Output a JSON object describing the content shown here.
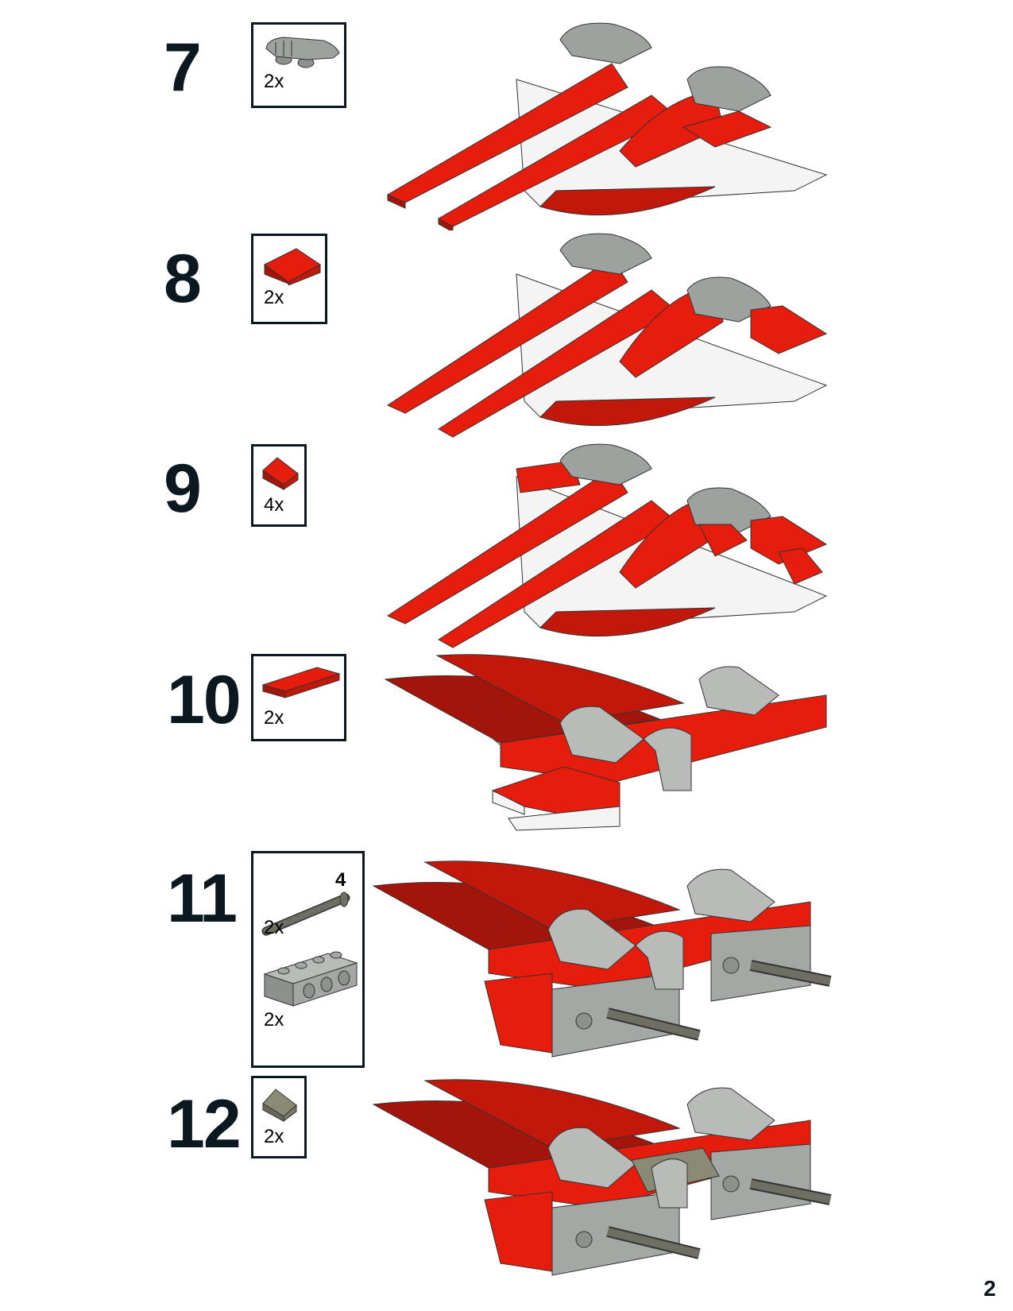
{
  "page_number": "2",
  "colors": {
    "red": "#e61c0c",
    "dark_red": "#a3150a",
    "gray": "#a4a8a4",
    "dark_gray": "#6b6e6b",
    "white": "#f4f4f4",
    "text": "#0c1820"
  },
  "steps": [
    {
      "number": "7",
      "parts": [
        {
          "name": "curved-slope-gray-icon",
          "quantity": "2x"
        }
      ]
    },
    {
      "number": "8",
      "parts": [
        {
          "name": "slope-red-icon",
          "quantity": "2x"
        }
      ]
    },
    {
      "number": "9",
      "parts": [
        {
          "name": "small-slope-red-icon",
          "quantity": "4x"
        }
      ]
    },
    {
      "number": "10",
      "parts": [
        {
          "name": "tile-red-icon",
          "quantity": "2x"
        }
      ]
    },
    {
      "number": "11",
      "parts": [
        {
          "name": "axle-icon",
          "quantity": "2x",
          "length": "4"
        },
        {
          "name": "technic-brick-icon",
          "quantity": "2x"
        }
      ]
    },
    {
      "number": "12",
      "parts": [
        {
          "name": "slope-dark-tan-icon",
          "quantity": "2x"
        }
      ]
    }
  ]
}
